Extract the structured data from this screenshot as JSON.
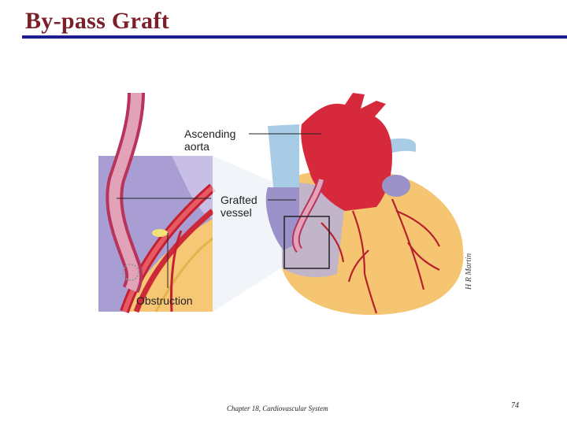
{
  "slide": {
    "title": "By-pass Graft",
    "footer": "Chapter 18, Cardiovascular System",
    "page_number": "74"
  },
  "figure": {
    "label_ascending_aorta": "Ascending\naorta",
    "label_grafted_vessel": "Grafted\nvessel",
    "label_obstruction": "Obstruction",
    "signature": "H R Martin"
  },
  "colors": {
    "title": "#7b1f2a",
    "title_rule": "#1d1d8f",
    "aorta_red": "#d62a3c",
    "vein_blue": "#a9cbe6",
    "heart_muscle": "#f4c36e",
    "artery_line": "#b8202c",
    "inset_purple": "#9a92c8"
  }
}
